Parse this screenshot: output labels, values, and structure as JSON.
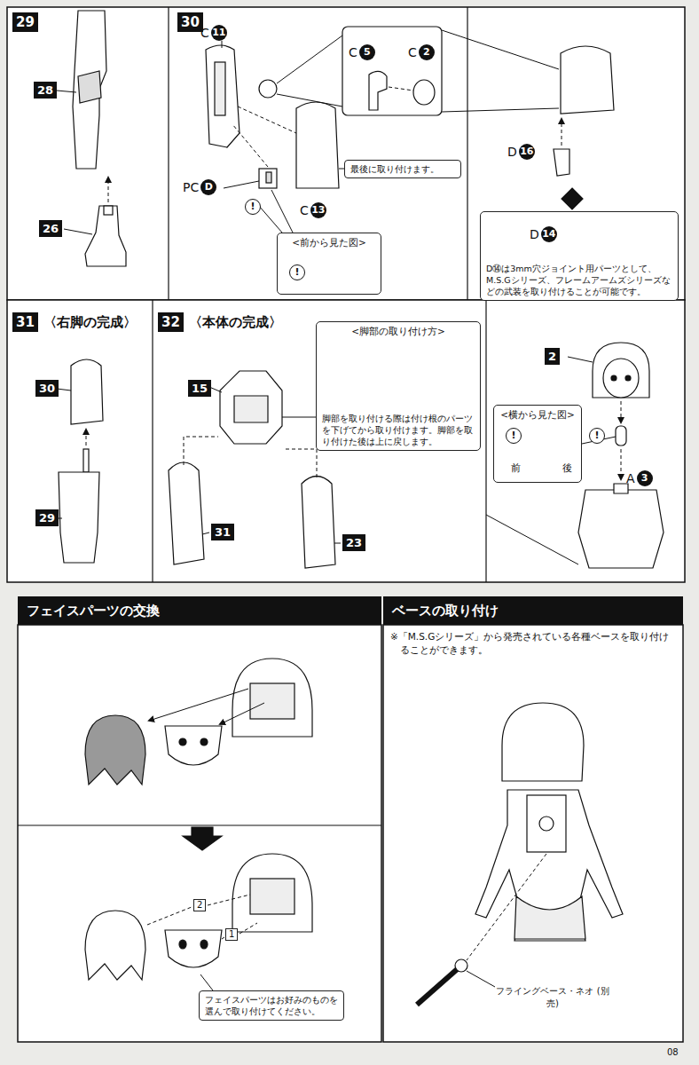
{
  "diagram": {
    "nodes": [
      {
        "text": [
          "29"
        ]
      },
      {
        "text": [
          "28"
        ]
      },
      {
        "text": [
          "26"
        ]
      },
      {
        "text": [
          "30"
        ]
      },
      {
        "text": [
          "C",
          "11"
        ]
      },
      {
        "text": [
          "C",
          "5"
        ]
      },
      {
        "text": [
          "C",
          "2"
        ]
      },
      {
        "text": [
          "最後に取り付けます。"
        ]
      },
      {
        "text": [
          "C",
          "13"
        ]
      },
      {
        "text": [
          "PC",
          "D"
        ]
      },
      {
        "text": [
          "<前から見た図>"
        ]
      },
      {
        "text": [
          "D",
          "16"
        ]
      },
      {
        "text": [
          "D⑭は3mm穴ジョイント用パーツとして、M.S.Gシリーズ、フレームアームズシリーズなどの武装を取り付けることが可能です。"
        ]
      },
      {
        "text": [
          "D",
          "14"
        ],
        "in": 12
      },
      {
        "text": [
          "31",
          "〈右脚の完成〉"
        ]
      },
      {
        "text": [
          "30"
        ]
      },
      {
        "text": [
          "29"
        ]
      },
      {
        "text": [
          "32",
          "〈本体の完成〉"
        ]
      },
      {
        "text": [
          "<脚部の取り付け方>",
          "脚部を取り付ける際は付け根のパーツを下げてから取り付けます。脚部を取り付けた後は上に戻します。"
        ]
      },
      {
        "text": [
          "15"
        ]
      },
      {
        "text": [
          "31"
        ]
      },
      {
        "text": [
          "23"
        ]
      },
      {
        "text": [
          "2"
        ]
      },
      {
        "text": [
          "<横から見た図>"
        ]
      },
      {
        "text": [
          "A",
          "3"
        ]
      },
      {
        "text": [
          "フェイスパーツの交換"
        ]
      },
      {
        "text": [
          "ベースの取り付け"
        ]
      },
      {
        "text": [
          "2"
        ]
      },
      {
        "text": [
          "1"
        ]
      },
      {
        "text": [
          "フェイスパーツはお好みのものを選んで取り付けてください。"
        ]
      }
    ],
    "labels": [
      "!",
      "!",
      "!",
      "前",
      "後",
      "!",
      "※「M.S.Gシリーズ」から発売されている各種ベースを取り付けることができます。",
      "フライングベース・ネオ (別売)",
      "08"
    ]
  }
}
